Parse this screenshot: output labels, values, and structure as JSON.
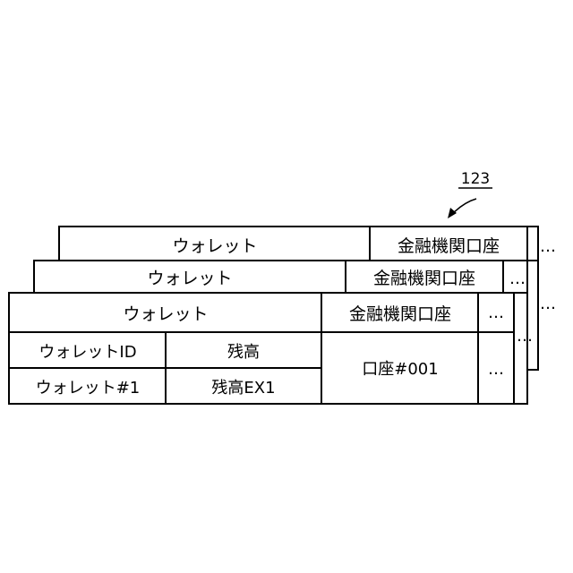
{
  "figure": {
    "ref_number": "123",
    "table": {
      "header": {
        "wallet": "ウォレット",
        "bank_account": "金融機関口座",
        "more": "…"
      },
      "columns": {
        "wallet_id": "ウォレットID",
        "balance": "残高"
      },
      "row": {
        "wallet_id": "ウォレット#1",
        "balance": "残高EX1",
        "account": "口座#001",
        "more": "…"
      },
      "side_more": "…"
    },
    "colors": {
      "line": "#000000",
      "background": "#ffffff"
    }
  }
}
